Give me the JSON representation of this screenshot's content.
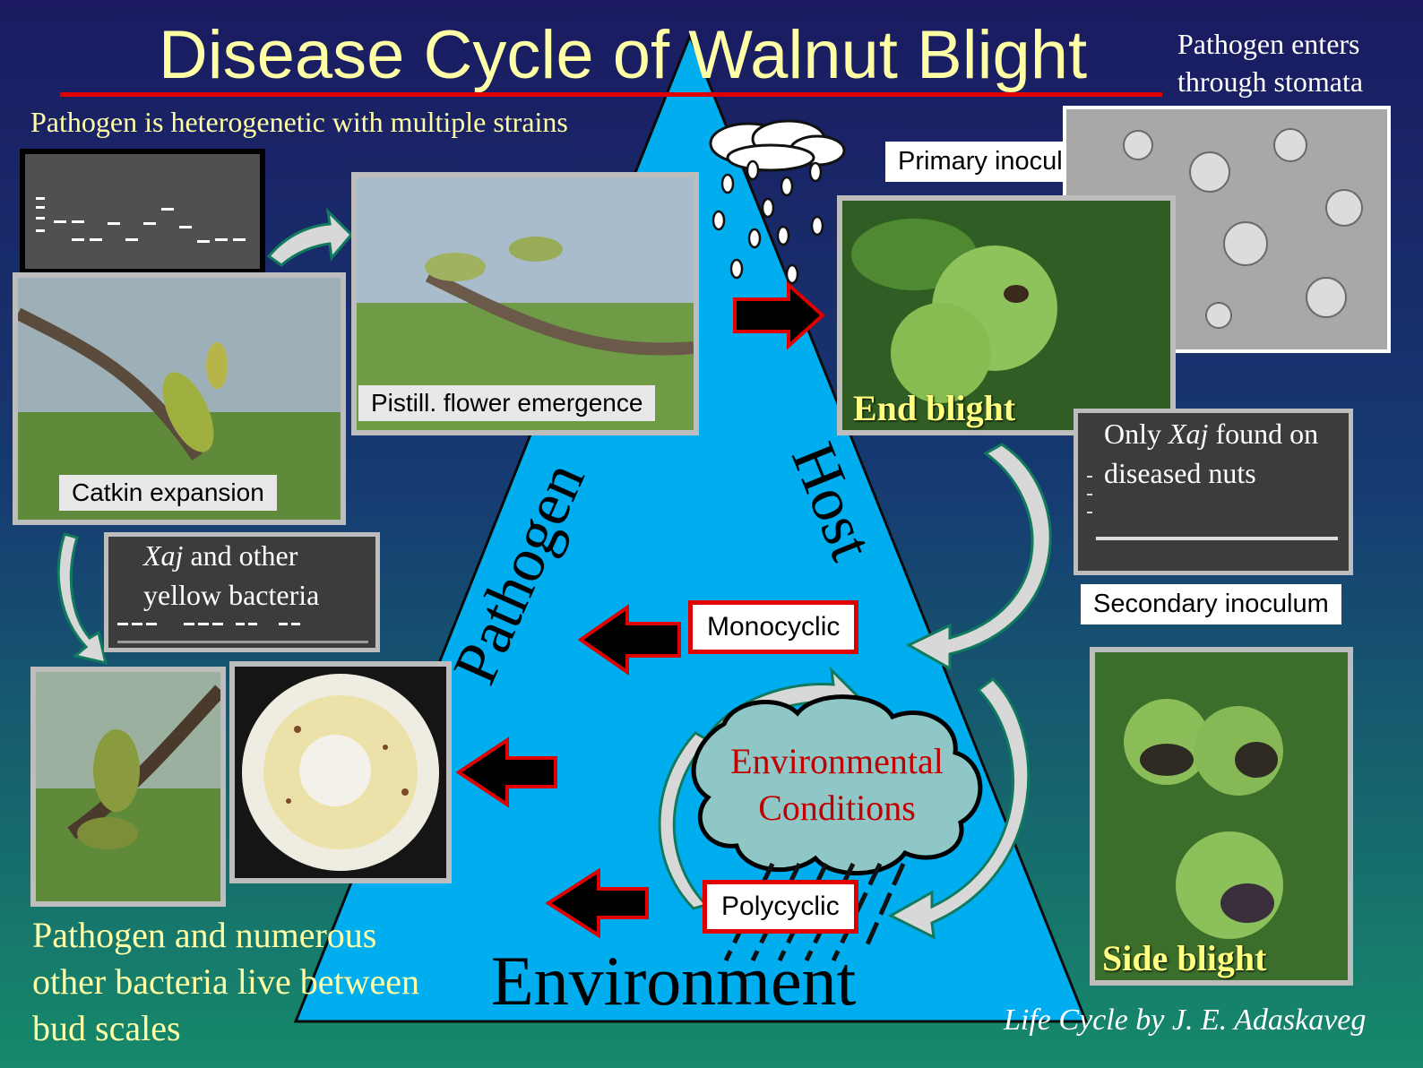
{
  "title": "Disease Cycle of Walnut Blight",
  "top_right_note": {
    "line1": "Pathogen enters",
    "line2": "through stomata"
  },
  "heterogenetic_note": "Pathogen is heterogenetic with multiple strains",
  "primary_inoculum": "Primary inoculum",
  "secondary_inoculum": "Secondary inoculum",
  "photos": {
    "pistillate": "Pistill. flower emergence",
    "catkin": "Catkin expansion",
    "end_blight": "End blight",
    "side_blight": "Side blight"
  },
  "gel_left": {
    "line1_italic": "Xaj",
    "line1_rest": " and other",
    "line2": "yellow bacteria"
  },
  "gel_right": {
    "line1_pre": "Only ",
    "line1_italic": "Xaj",
    "line1_rest": " found on",
    "line2": "diseased nuts"
  },
  "triangle": {
    "left": "Pathogen",
    "right": "Host",
    "bottom": "Environment"
  },
  "cycle": {
    "mono": "Monocyclic",
    "poly": "Polycyclic"
  },
  "env_cloud": {
    "line1": "Environmental",
    "line2": "Conditions"
  },
  "bottom_left_note": {
    "line1": "Pathogen and numerous",
    "line2": "other bacteria live between",
    "line3": "bud scales"
  },
  "credit": "Life Cycle by J. E. Adaskaveg",
  "colors": {
    "triangle": "#00adef",
    "title": "#ffffa6",
    "accent_red": "#e00000",
    "bg_top": "#1b1a60",
    "bg_bottom": "#168a6a"
  }
}
